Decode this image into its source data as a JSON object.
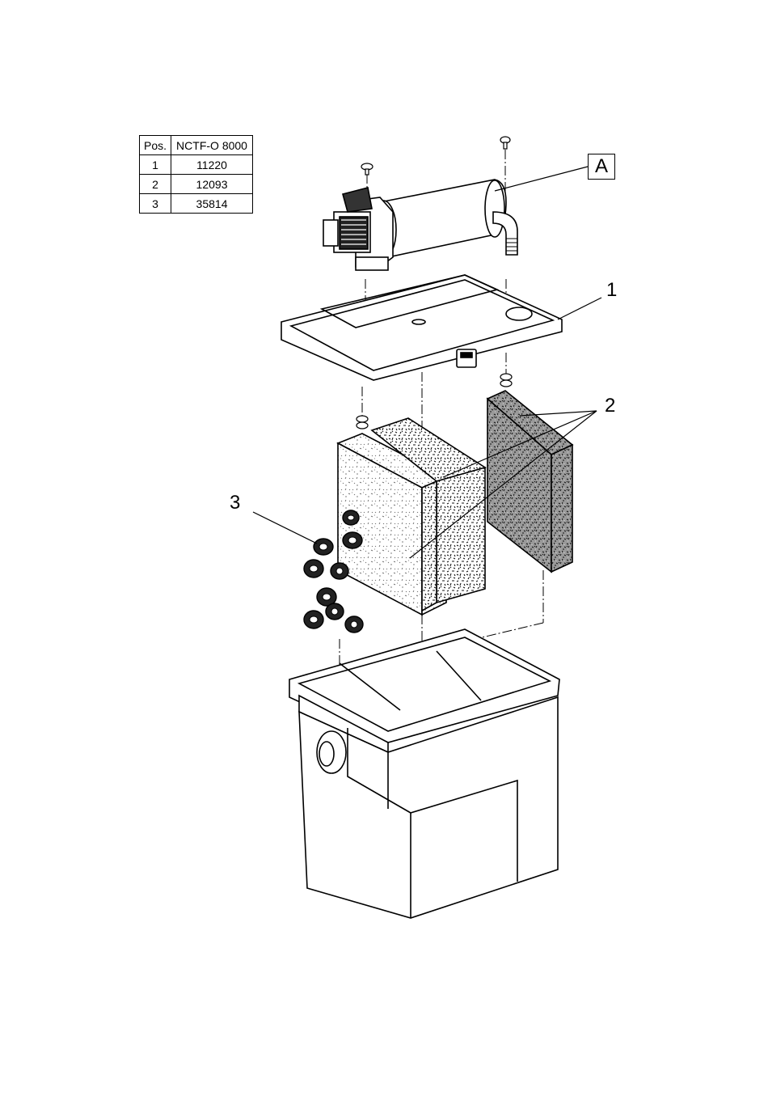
{
  "parts_table": {
    "headers": [
      "Pos.",
      "NCTF-O 8000"
    ],
    "rows": [
      {
        "pos": "1",
        "number": "11220"
      },
      {
        "pos": "2",
        "number": "12093"
      },
      {
        "pos": "3",
        "number": "35814"
      }
    ]
  },
  "callouts": {
    "a": "A",
    "one": "1",
    "two": "2",
    "three": "3"
  }
}
